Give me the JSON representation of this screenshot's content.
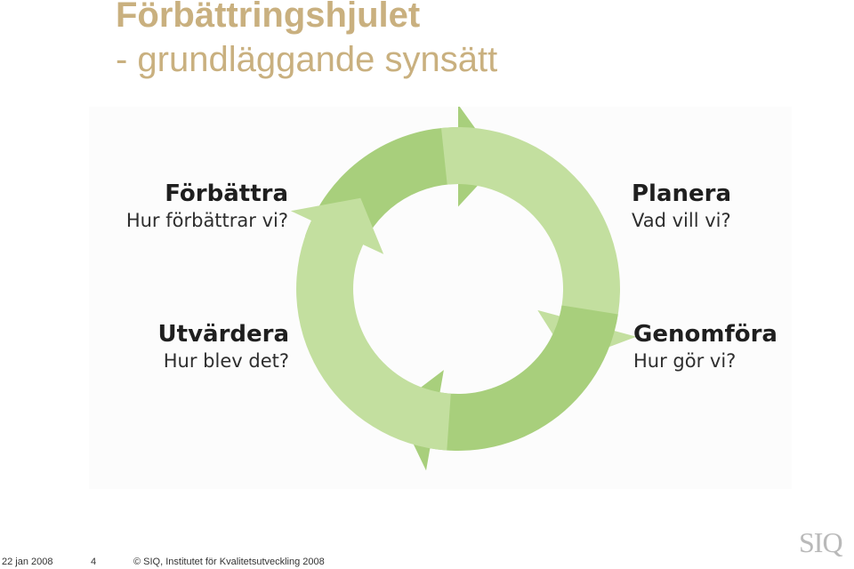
{
  "slide": {
    "title_line1": "Förbättringshjulet",
    "title_line2": "- grundläggande synsätt"
  },
  "cycle": {
    "stages": [
      {
        "name": "Planera",
        "question": "Vad vill vi?"
      },
      {
        "name": "Genomföra",
        "question": "Hur gör vi?"
      },
      {
        "name": "Utvärdera",
        "question": "Hur blev det?"
      },
      {
        "name": "Förbättra",
        "question": "Hur förbättrar vi?"
      }
    ],
    "colors": {
      "dark_green": "#a8cf7c",
      "light_green": "#c3df9f"
    }
  },
  "footer": {
    "date": "22 jan 2008",
    "page_number": "4",
    "copyright": "© SIQ, Institutet för Kvalitetsutveckling 2008",
    "logo": "SIQ"
  }
}
